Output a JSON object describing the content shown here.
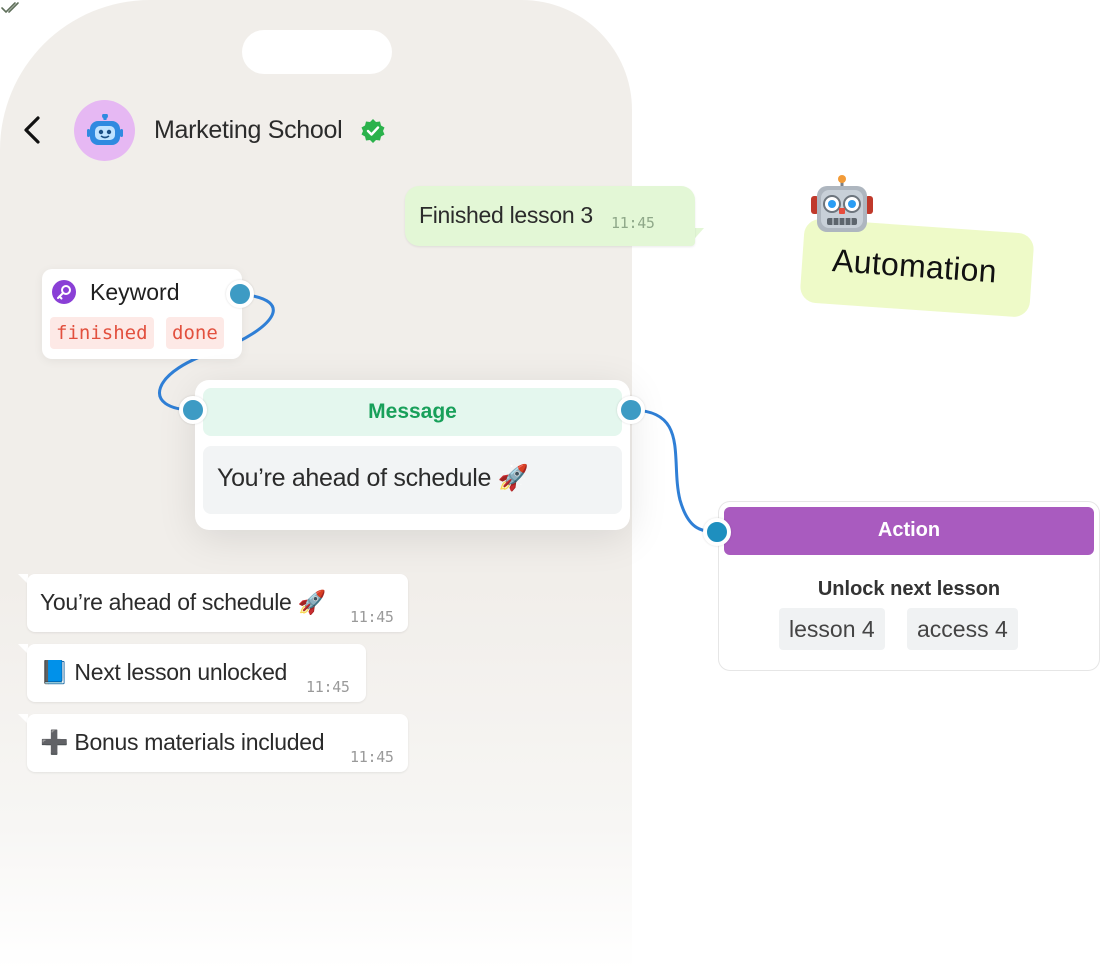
{
  "header": {
    "chat_name": "Marketing School",
    "back_icon": "chevron-left-icon",
    "avatar_icon": "robot-face-icon",
    "verified_icon": "verified-badge-icon"
  },
  "outgoing": {
    "text": "Finished lesson 3",
    "time": "11:45",
    "status_icon": "double-check-icon"
  },
  "keyword_node": {
    "title": "Keyword",
    "tags": [
      "finished",
      "done"
    ]
  },
  "message_node": {
    "title": "Message",
    "text": "You’re ahead of schedule 🚀"
  },
  "action_node": {
    "title": "Action",
    "subtitle": "Unlock next lesson",
    "tags": [
      "lesson 4",
      "access 4"
    ]
  },
  "automation_label": {
    "text": "Automation",
    "icon": "robot-emoji-icon"
  },
  "incoming": [
    {
      "text": "You’re ahead of schedule 🚀",
      "time": "11:45"
    },
    {
      "text": "📘 Next lesson unlocked",
      "time": "11:45"
    },
    {
      "text": "➕ Bonus materials included",
      "time": "11:45"
    }
  ],
  "colors": {
    "phone_bg": "#f1eeea",
    "outgoing_bubble": "#e3f7d6",
    "message_header": "#e4f7ee",
    "message_accent": "#18a05a",
    "action_header": "#a95bbf",
    "keyword_tag": "#e2503e",
    "connector": "#2f7fd6",
    "automation_bg": "#eefac8"
  }
}
